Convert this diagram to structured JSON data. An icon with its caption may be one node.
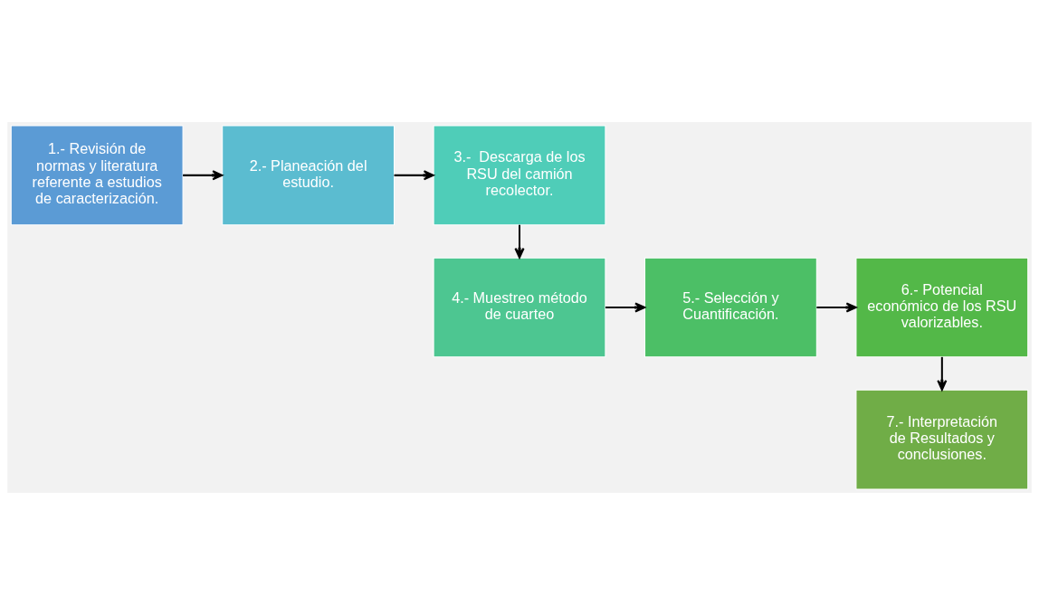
{
  "diagram": {
    "nodes": [
      {
        "text": [
          "1.- Revisión de normas y literatura referente a estudios de caracterización."
        ]
      },
      {
        "text": [
          "2.- Planeación del estudio."
        ]
      },
      {
        "text": [
          "3.-  Descarga de los RSU del camión recolector."
        ]
      },
      {
        "text": [
          "4.- Muestreo método de cuarteo"
        ]
      },
      {
        "text": [
          "5.- Selección y Cuantificación."
        ]
      },
      {
        "text": [
          "6.- Potencial económico de los RSU valorizables."
        ]
      },
      {
        "text": [
          "7.- Interpretación de Resultados y conclusiones."
        ]
      }
    ],
    "edges": [
      {
        "from": 0,
        "to": 1,
        "arrow": "to"
      },
      {
        "from": 1,
        "to": 2,
        "arrow": "to"
      },
      {
        "from": 2,
        "to": 3,
        "arrow": "to"
      },
      {
        "from": 3,
        "to": 4,
        "arrow": "to"
      },
      {
        "from": 4,
        "to": 5,
        "arrow": "to"
      },
      {
        "from": 5,
        "to": 6,
        "arrow": "to"
      }
    ]
  }
}
